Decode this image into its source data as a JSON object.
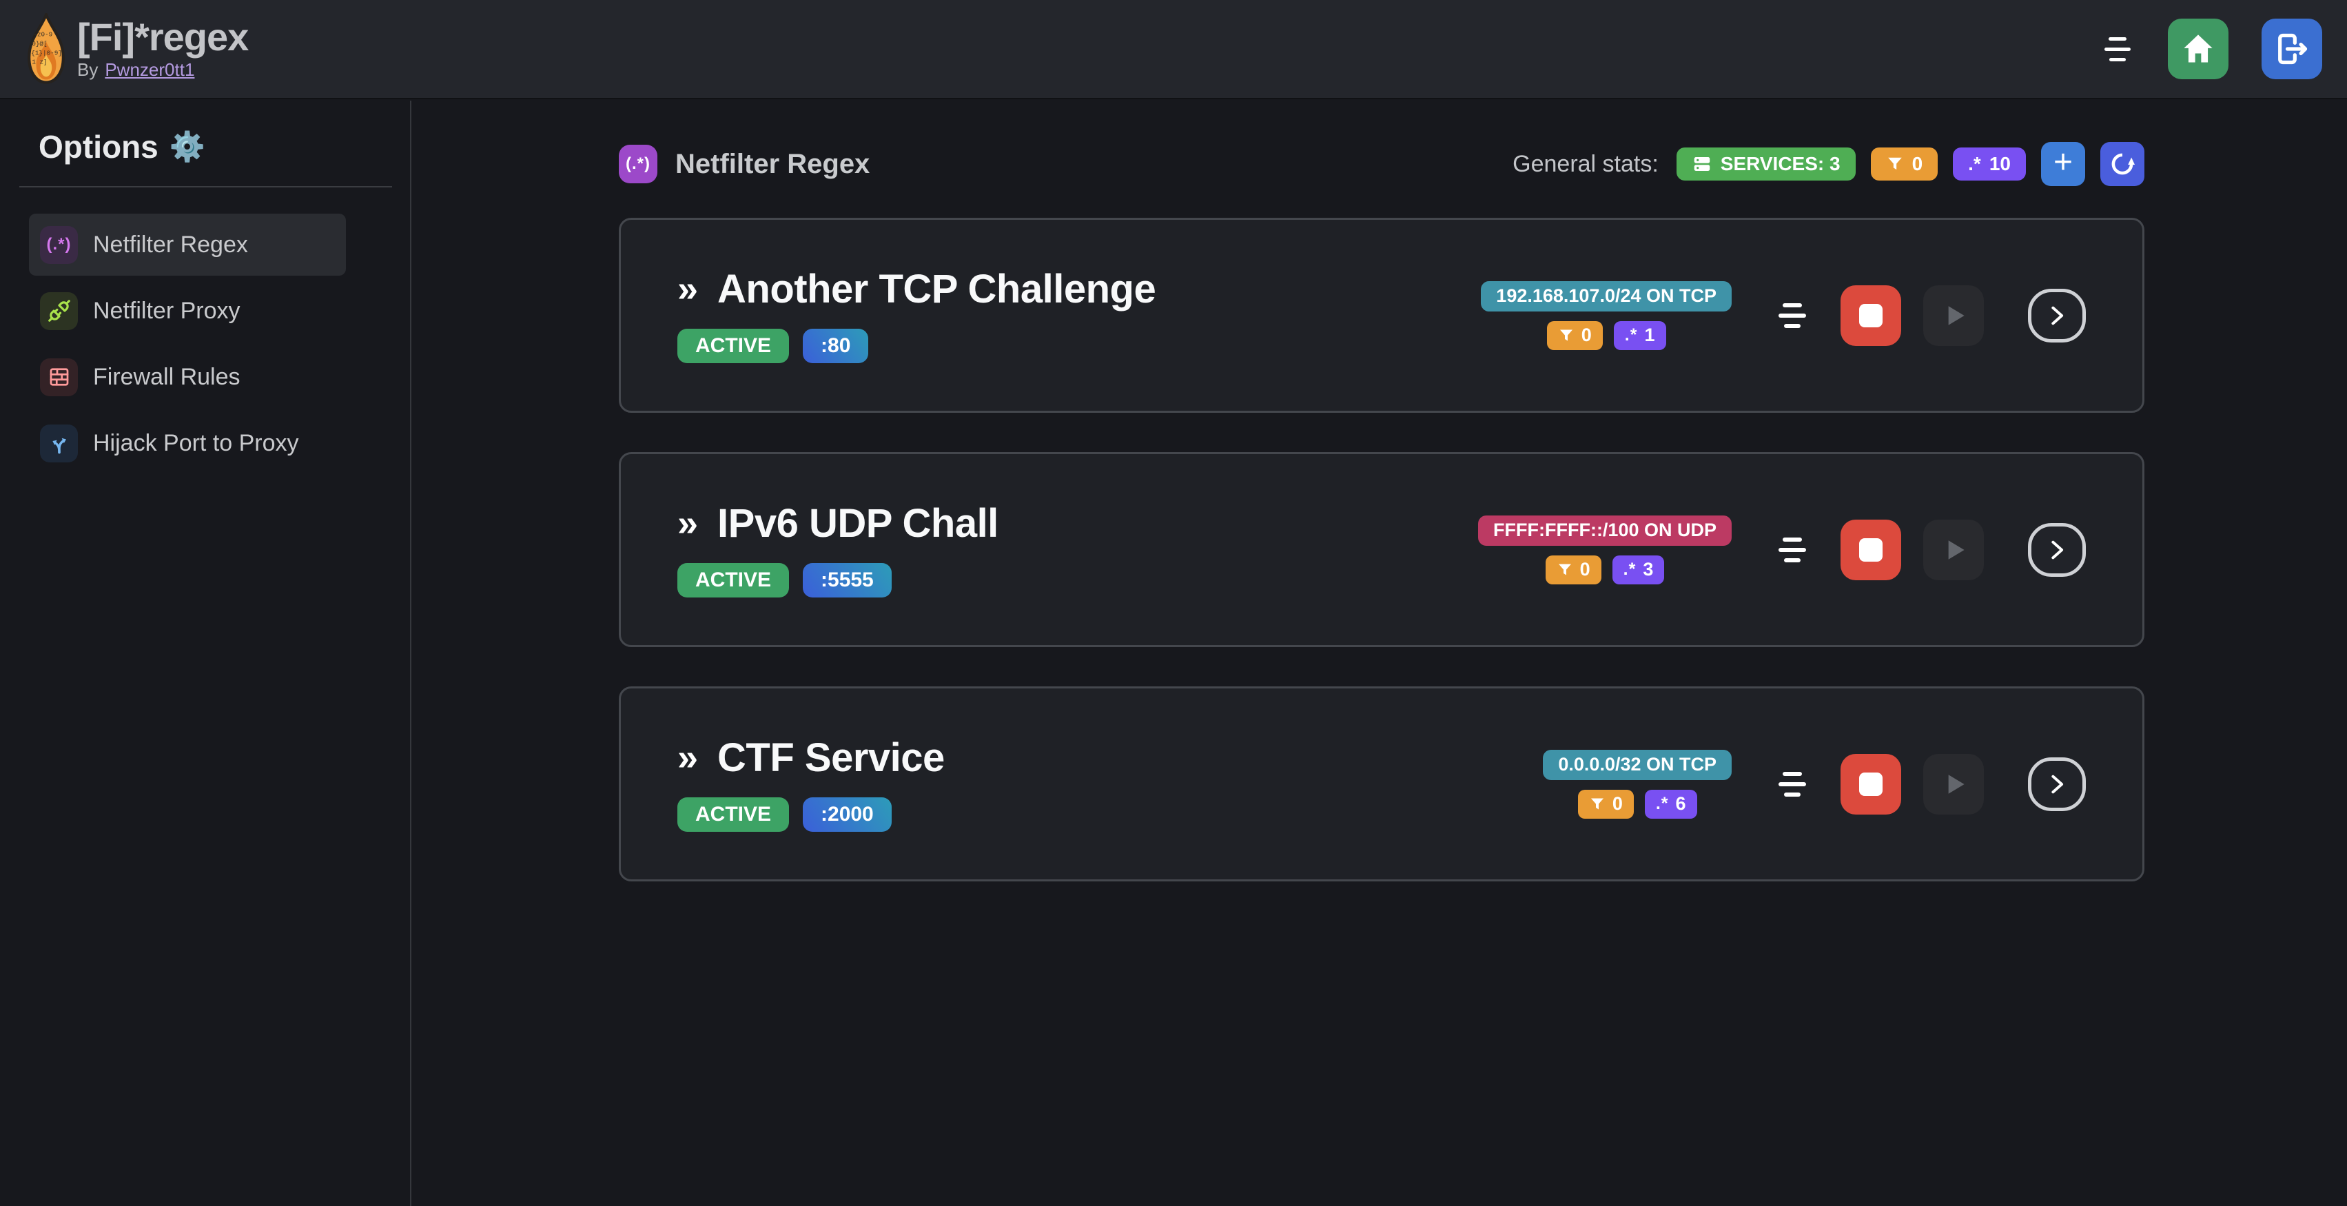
{
  "glyphs": {
    "double_chevron": "»",
    "regex_paren": "(.*)",
    "regex_dotstar": ".*",
    "plus": "+",
    "gear": "⚙️"
  },
  "header": {
    "title": "[Fi]*regex",
    "byline_prefix": "By",
    "byline_link": "Pwnzer0tt1"
  },
  "sidebar": {
    "heading": "Options",
    "items": [
      {
        "label": "Netfilter Regex"
      },
      {
        "label": "Netfilter Proxy"
      },
      {
        "label": "Firewall Rules"
      },
      {
        "label": "Hijack Port to Proxy"
      }
    ]
  },
  "main": {
    "section_title": "Netfilter Regex",
    "stats_label": "General stats:",
    "stats": {
      "services": "SERVICES: 3",
      "filters": "0",
      "regexes": "10"
    },
    "services": [
      {
        "title": "Another TCP Challenge",
        "status": "ACTIVE",
        "port": ":80",
        "address": "192.168.107.0/24 ON TCP",
        "address_color": "#3f93a8",
        "filters": "0",
        "regexes": "1"
      },
      {
        "title": "IPv6 UDP Chall",
        "status": "ACTIVE",
        "port": ":5555",
        "address": "FFFF:FFFF::/100 ON UDP",
        "address_color": "#bc3a63",
        "filters": "0",
        "regexes": "3"
      },
      {
        "title": "CTF Service",
        "status": "ACTIVE",
        "port": ":2000",
        "address": "0.0.0.0/32 ON TCP",
        "address_color": "#3f93a8",
        "filters": "0",
        "regexes": "6"
      }
    ]
  },
  "colors": {
    "header_bg": "#24262c",
    "body_bg": "#17181d",
    "card_bg": "#1f2126",
    "card_border": "#44474d",
    "accent_purple": "#9c49c9",
    "active_green": "#3da365",
    "services_green": "#4fae54",
    "filter_orange": "#e99c35",
    "regex_violet": "#7950f2",
    "addr_teal": "#3f93a8",
    "addr_pink": "#bc3a63",
    "stop_red": "#dc4a3d",
    "add_blue": "#3e7dd8",
    "refresh_indigo": "#4a5edd",
    "home_green": "#3f9963",
    "logout_blue": "#3b6fd1",
    "link_violet": "#b49ae0",
    "port_gradient_from": "#3b5fd9",
    "port_gradient_to": "#2d9cb8"
  }
}
